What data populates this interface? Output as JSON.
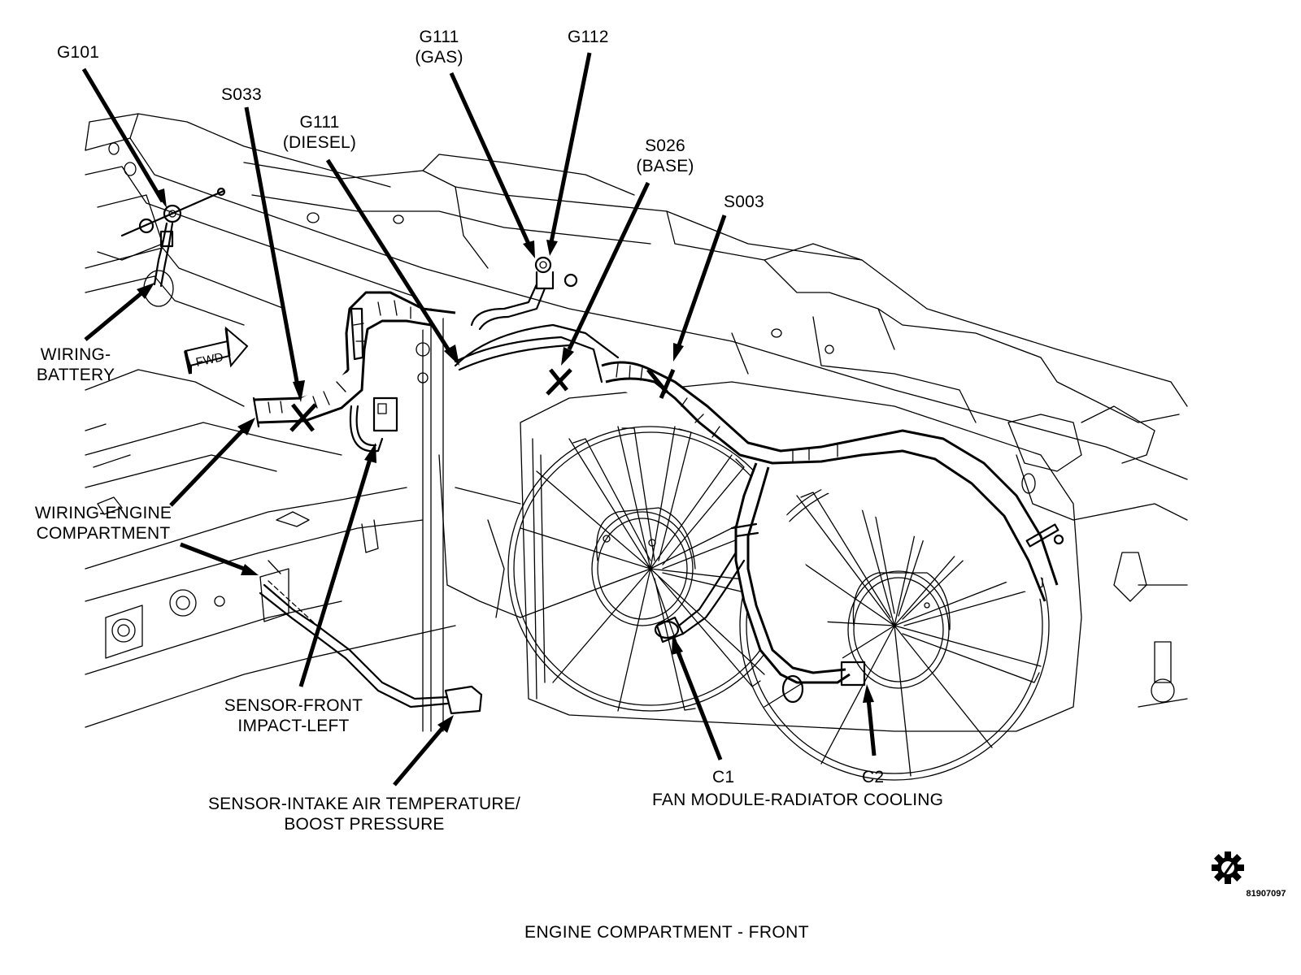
{
  "figure": {
    "title": "ENGINE COMPARTMENT - FRONT",
    "figure_number": "81907097",
    "service_icon": "gear-with-wrench-icon",
    "direction_marker": "FWD"
  },
  "labels": {
    "g101": {
      "lines": [
        "G101"
      ]
    },
    "s033": {
      "lines": [
        "S033"
      ]
    },
    "g111_diesel": {
      "lines": [
        "G111",
        "(DIESEL)"
      ]
    },
    "g111_gas": {
      "lines": [
        "G111",
        "(GAS)"
      ]
    },
    "g112": {
      "lines": [
        "G112"
      ]
    },
    "s026_base": {
      "lines": [
        "S026",
        "(BASE)"
      ]
    },
    "s003": {
      "lines": [
        "S003"
      ]
    },
    "wiring_battery": {
      "lines": [
        "WIRING-",
        "BATTERY"
      ]
    },
    "wiring_engine_compartment": {
      "lines": [
        "WIRING-ENGINE",
        "COMPARTMENT"
      ]
    },
    "sensor_front_impact_left": {
      "lines": [
        "SENSOR-FRONT",
        "IMPACT-LEFT"
      ]
    },
    "sensor_intake_air": {
      "lines": [
        "SENSOR-INTAKE AIR TEMPERATURE/",
        "BOOST PRESSURE"
      ]
    },
    "c1": {
      "lines": [
        "C1"
      ]
    },
    "c2": {
      "lines": [
        "C2"
      ]
    },
    "fan_module": {
      "lines": [
        "FAN MODULE-RADIATOR COOLING"
      ]
    }
  }
}
